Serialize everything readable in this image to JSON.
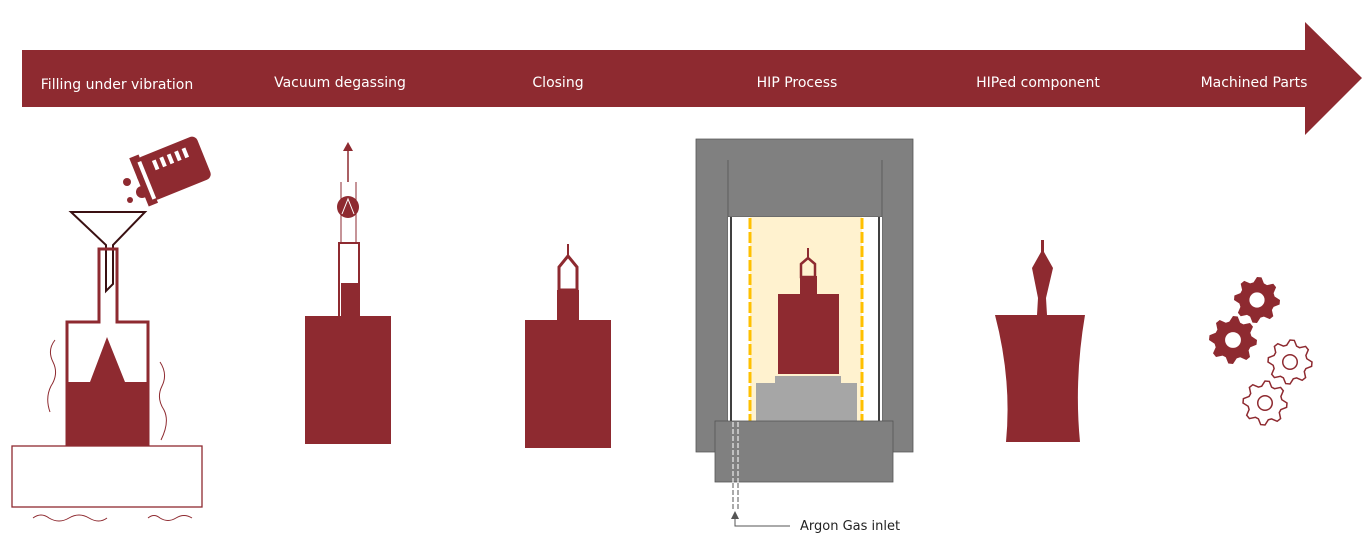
{
  "colors": {
    "primary": "#8e2a30",
    "press": "#808080",
    "pedestal": "#a6a6a6",
    "heat": "#fff2cf",
    "heater": "#ffc000"
  },
  "steps": [
    {
      "label": "Filling under vibration"
    },
    {
      "label": "Vacuum degassing"
    },
    {
      "label": "Closing"
    },
    {
      "label": "HIP Process"
    },
    {
      "label": "HIPed component"
    },
    {
      "label": "Machined Parts"
    }
  ],
  "hip": {
    "gas_label": "Argon Gas inlet"
  }
}
